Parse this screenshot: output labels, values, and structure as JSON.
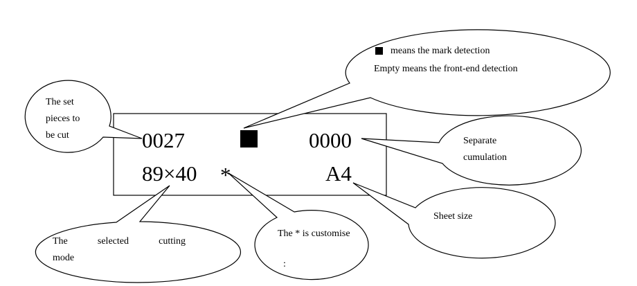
{
  "display": {
    "pieces_value": "0027",
    "cumulation_value": "0000",
    "mode_value": "89×40",
    "custom_symbol": "*",
    "sheet_size_value": "A4"
  },
  "callouts": {
    "mark_line1": "means the mark detection",
    "mark_line2": "Empty means the front-end detection",
    "set_pieces": [
      "The set",
      "pieces to",
      "be cut"
    ],
    "separate": [
      "Separate",
      "cumulation"
    ],
    "sheet_size": "Sheet size",
    "customise": "The * is customise",
    "customise_extra": ":",
    "selected_mode": [
      "The",
      "selected",
      "cutting"
    ],
    "selected_mode_line2": "mode"
  }
}
